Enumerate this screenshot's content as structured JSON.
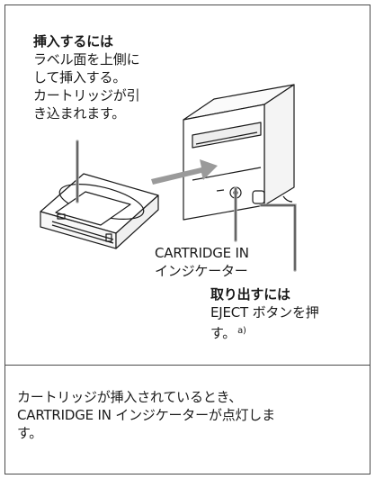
{
  "insert_block": {
    "heading": "挿入するには",
    "lines": [
      "ラベル面を上側に",
      "して挿入する。",
      "カートリッジが引",
      "き込まれます。"
    ]
  },
  "indicator_label": {
    "lines": [
      "CARTRIDGE IN",
      "インジケーター"
    ]
  },
  "eject_block": {
    "heading": "取り出すには",
    "line1": "EJECT ボタンを押",
    "line2": "す。",
    "footnote": "a)"
  },
  "footer_text": {
    "lines": [
      "カートリッジが挿入されているとき、",
      "CARTRIDGE IN インジケーターが点灯しま",
      "す。"
    ]
  },
  "colors": {
    "frame": "#4a4a4a",
    "text": "#1a1a1a",
    "arrow": "#9a9a9a"
  }
}
